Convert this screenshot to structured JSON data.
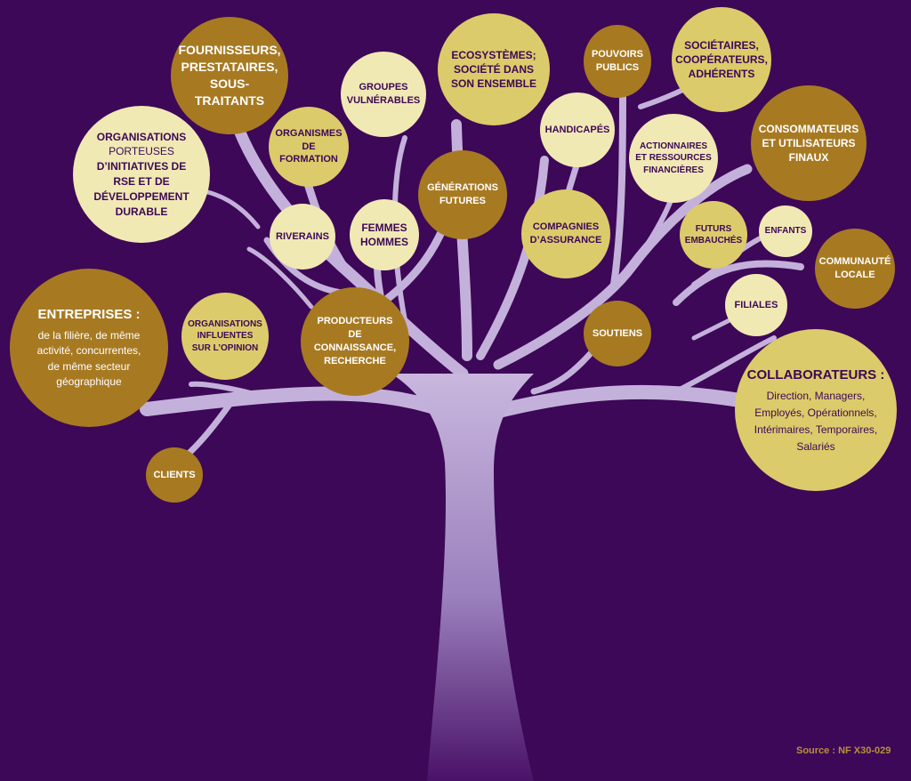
{
  "colors": {
    "background": "#3d0857",
    "trunk": "#b7a4cf",
    "light": "#f1e9b4",
    "mid": "#dccb6a",
    "dark": "#a77a22"
  },
  "source": "Source : NF X30-029",
  "nodes": {
    "fournisseurs": [
      "FOURNISSEURS,",
      "PRESTATAIRES,",
      "SOUS-TRAITANTS"
    ],
    "groupes": [
      "GROUPES",
      "VULNÉRABLES"
    ],
    "ecosystemes": [
      "ECOSYSTÈMES;",
      "SOCIÉTÉ DANS",
      "SON ENSEMBLE"
    ],
    "pouvoirs": [
      "POUVOIRS",
      "PUBLICS"
    ],
    "societaires": [
      "SOCIÉTAIRES,",
      "COOPÉRATEURS,",
      "ADHÉRENTS"
    ],
    "organisations_rse": [
      "ORGANISATIONS",
      "PORTEUSES",
      "D’INITIATIVES DE",
      "RSE ET DE",
      "DÉVELOPPEMENT",
      "DURABLE"
    ],
    "organismes": [
      "ORGANISMES",
      "DE FORMATION"
    ],
    "handicapes": [
      "HANDICAPÉS"
    ],
    "actionnaires": [
      "ACTIONNAIRES",
      "ET RESSOURCES",
      "FINANCIÈRES"
    ],
    "consommateurs": [
      "CONSOMMATEURS",
      "ET UTILISATEURS",
      "FINAUX"
    ],
    "generations": [
      "GÉNÉRATIONS",
      "FUTURES"
    ],
    "riverains": [
      "RIVERAINS"
    ],
    "femmes": [
      "FEMMES",
      "HOMMES"
    ],
    "compagnies": [
      "COMPAGNIES",
      "D’ASSURANCE"
    ],
    "futurs": [
      "FUTURS",
      "EMBAUCHÉS"
    ],
    "enfants": [
      "ENFANTS"
    ],
    "communaute": [
      "COMMUNAUTÉ",
      "LOCALE"
    ],
    "entreprises_title": "ENTREPRISES :",
    "entreprises_sub": [
      "de la filière, de même",
      "activité, concurrentes,",
      "de même secteur",
      "géographique"
    ],
    "organisations_influentes": [
      "ORGANISATIONS",
      "INFLUENTES",
      "SUR L’OPINION"
    ],
    "producteurs": [
      "PRODUCTEURS",
      "DE CONNAISSANCE,",
      "RECHERCHE"
    ],
    "filiales": [
      "FILIALES"
    ],
    "soutiens": [
      "SOUTIENS"
    ],
    "collaborateurs_title": "COLLABORATEURS :",
    "collaborateurs_sub": [
      "Direction, Managers,",
      "Employés, Opérationnels,",
      "Intérimaires, Temporaires,",
      "Salariés"
    ],
    "clients": [
      "CLIENTS"
    ]
  }
}
